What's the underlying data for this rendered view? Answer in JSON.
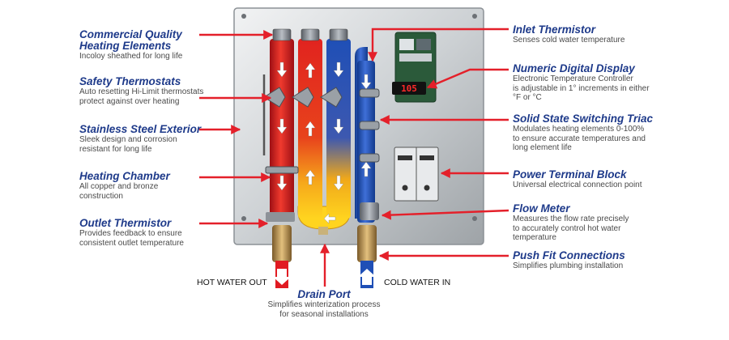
{
  "labels": {
    "commercial": {
      "title": "Commercial Quality\nHeating Elements",
      "desc": "Incoloy sheathed for long life"
    },
    "safety": {
      "title": "Safety Thermostats",
      "desc": "Auto resetting Hi-Limit thermostats\nprotect against over heating"
    },
    "stainless": {
      "title": "Stainless Steel Exterior",
      "desc": "Sleek design and corrosion\nresistant for long life"
    },
    "chamber": {
      "title": "Heating Chamber",
      "desc": "All copper and bronze\nconstruction"
    },
    "outlet": {
      "title": "Outlet Thermistor",
      "desc": "Provides feedback to ensure\nconsistent outlet temperature"
    },
    "inlet": {
      "title": "Inlet Thermistor",
      "desc": "Senses cold water temperature"
    },
    "display": {
      "title": "Numeric Digital Display",
      "desc": "Electronic Temperature Controller\nis adjustable in 1° increments in either\n°F or °C"
    },
    "triac": {
      "title": "Solid State Switching Triac",
      "desc": "Modulates heating elements 0-100%\nto ensure accurate temperatures and\nlong element life"
    },
    "terminal": {
      "title": "Power Terminal Block",
      "desc": "Universal electrical connection point"
    },
    "flow": {
      "title": "Flow Meter",
      "desc": "Measures the flow rate precisely\nto accurately control hot water\ntemperature"
    },
    "pushfit": {
      "title": "Push Fit Connections",
      "desc": "Simplifies plumbing installation"
    },
    "drain": {
      "title": "Drain Port",
      "desc": "Simplifies winterization process\nfor seasonal installations"
    }
  },
  "captions": {
    "hot": "HOT WATER OUT",
    "cold": "COLD WATER IN"
  },
  "display_value": "105",
  "colors": {
    "title": "#1e3a8a",
    "arrow": "#e4202a",
    "hot": "#e11b22",
    "cold": "#1f4fb6",
    "panel": "#cfd3d6"
  }
}
